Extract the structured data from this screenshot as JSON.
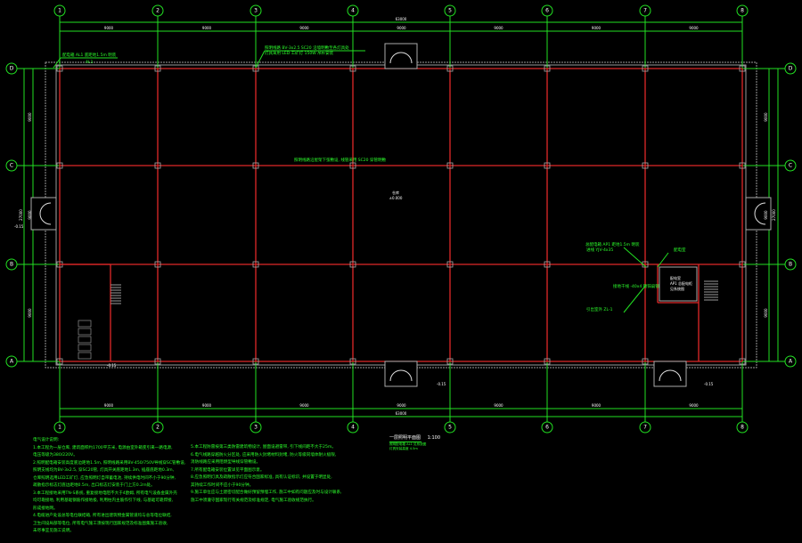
{
  "drawing": {
    "title": "一层照明平面图",
    "scale": "1:100",
    "subtitle_lines": [
      "照明配电箱 AL1 见系统图",
      "灯具安装高度 4.5m"
    ],
    "room_label": "仓库",
    "room_elevation": "±0.000",
    "corridor_note": "照明线路沿屋架下弦敷设, 线管采用 SC20 穿管明敷",
    "top_note_1": "配电箱 AL1 底距地1.5m 明装",
    "top_note_1b": "AL1",
    "top_note_2": "照明线路 BV-3x2.5 SC20 沿墙明敷至各灯具处",
    "top_note_2b": "灯具采用 LED 工矿灯 150W 吊杆安装",
    "right_notes": [
      "总配电箱 AP1 距地1.5m 明装",
      "进线 YJV-4x35",
      "配电室",
      "接地干线 -40x4 镀锌扁钢",
      "引出室外 ZL-1"
    ],
    "equipment_room": [
      "配电室",
      "AP1 总配电柜",
      "见系统图"
    ]
  },
  "axes": {
    "columns": [
      "1",
      "2",
      "3",
      "4",
      "5",
      "6",
      "7",
      "8"
    ],
    "rows": [
      "D",
      "C",
      "B",
      "A"
    ]
  },
  "dimensions": {
    "top_total": "63000",
    "top_bays": [
      "9000",
      "9000",
      "9000",
      "9000",
      "9000",
      "9000",
      "9000"
    ],
    "bottom_total": "63000",
    "bottom_bays": [
      "9000",
      "9000",
      "9000",
      "9000",
      "9000",
      "9000",
      "9000"
    ],
    "left_total": "27000",
    "left_bays": [
      "9000",
      "9000",
      "9000"
    ],
    "right_total": "27000",
    "right_bays": [
      "9000",
      "9000",
      "9000"
    ],
    "entrance_marks": [
      "-0.15",
      "-0.15",
      "-0.15",
      "-0.15"
    ]
  },
  "notes": {
    "heading": "电气设计说明:",
    "col1": [
      "1.本工程为一层仓库, 建筑面积约1700平方米, 电源由室外箱变引来一路电源,",
      "  电压等级为380/220V。",
      "2.照明配电箱安装高度底边距地1.5m, 照明线路采用BV-450/750V导线穿SC管敷设,",
      "  照明支线均为BV-3x2.5, 穿SC20管, 灯具开关底距地1.3m, 插座底距地0.3m,",
      "  仓库照明选用LED工矿灯, 应急照明灯自带蓄电池, 持续供电时间不小于90分钟,",
      "  疏散指示标志灯底边距地0.5m, 出口标志灯安装于门上方0.2m处。",
      "3.本工程接地采用TN-S系统, 重复接地电阻不大于4欧姆, 所有电气设备金属外壳",
      "  均可靠接地, 利用基础钢筋作接地极, 利用柱内主筋作引下线, 与基础可靠焊接,",
      "  形成接地网。",
      "4.电缆进户处设总等电位联结箱,         所有进出建筑物金属管道均与总等电位联结,",
      "  卫生间设局部等电位, 所有电气施工须按现行国家规范及标准图集施工验收,",
      "  未尽事宜见施工说明。"
    ],
    "col2": [
      "5.本工程防雷按第三类防雷建筑物设计, 屋面设避雷带, 引下线间距不大于25m。",
      "6.电气线路穿越防火分区处, 应采用防火封堵材料封堵, 防火等级同墙体耐火极限,",
      "  消防线路应采用阻燃型导线穿管敷设。",
      "7.所有配电箱安装位置详见平面图示意。",
      "8.应急照明灯具及疏散指示灯应符合国家标准, 具有认证标识, 并设置于明显处,",
      "  其持续工作时间不应小于90分钟。",
      "9.施工单位应与土建密切配合做好预留预埋工作, 施工中如有问题应及时与设计联系,",
      "  施工中须遵守国家现行有关规范及标准规定,        电气施工验收规范执行。"
    ]
  }
}
